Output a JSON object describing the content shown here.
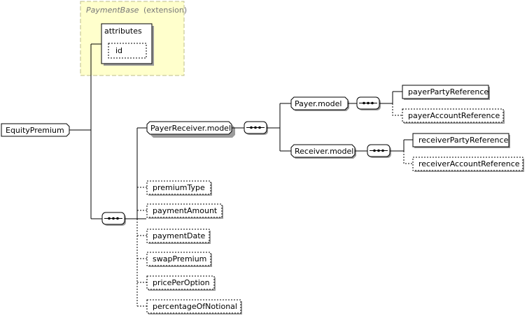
{
  "extension_group": {
    "base_name": "PaymentBase",
    "suffix": "(extension)",
    "attributes_label": "attributes",
    "attribute_id": "id"
  },
  "root": {
    "label": "EquityPremium"
  },
  "groups": {
    "payer_receiver": "PayerReceiver.model",
    "payer": "Payer.model",
    "receiver": "Receiver.model"
  },
  "elements": {
    "payer_party_reference": "payerPartyReference",
    "payer_account_reference": "payerAccountReference",
    "receiver_party_reference": "receiverPartyReference",
    "receiver_account_reference": "receiverAccountReference",
    "premium_type": "premiumType",
    "payment_amount": "paymentAmount",
    "payment_date": "paymentDate",
    "swap_premium": "swapPremium",
    "price_per_option": "pricePerOption",
    "percentage_of_notional": "percentageOfNotional"
  },
  "colors": {
    "extension_fill": "#ffffcc",
    "extension_border": "#bdbd8a"
  }
}
